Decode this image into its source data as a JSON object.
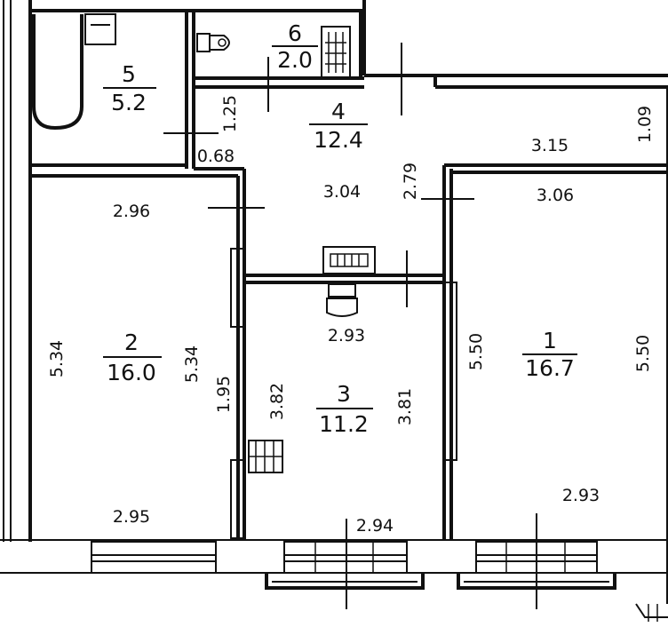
{
  "rooms": [
    {
      "number": "1",
      "area": "16.7"
    },
    {
      "number": "2",
      "area": "16.0"
    },
    {
      "number": "3",
      "area": "11.2"
    },
    {
      "number": "4",
      "area": "12.4"
    },
    {
      "number": "5",
      "area": "5.2"
    },
    {
      "number": "6",
      "area": "2.0"
    }
  ],
  "dimensions": [
    "1.25",
    "0.68",
    "3.15",
    "1.09",
    "2.96",
    "3.04",
    "2.79",
    "3.06",
    "5.34",
    "5.34",
    "2.93",
    "5.50",
    "5.50",
    "1.95",
    "3.82",
    "3.81",
    "2.95",
    "2.94",
    "2.93"
  ]
}
